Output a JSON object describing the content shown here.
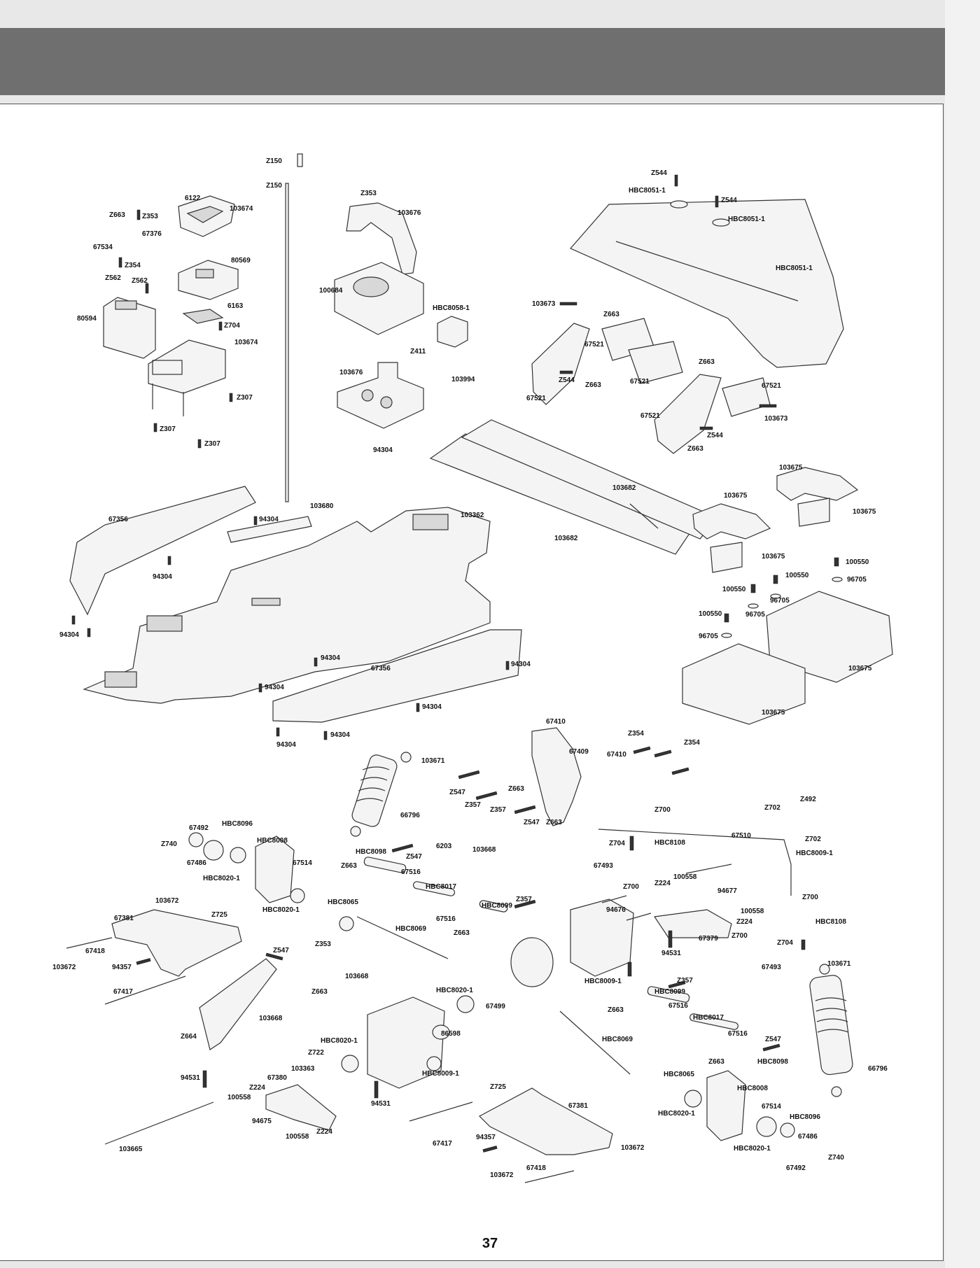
{
  "page_number": "37",
  "labels": {
    "z150_a": "Z150",
    "z150_b": "Z150",
    "z353_a": "Z353",
    "z353_b": "Z353",
    "n6122": "6122",
    "n103674_a": "103674",
    "z663_a": "Z663",
    "n67376": "67376",
    "n67534": "67534",
    "z354_a": "Z354",
    "z562_a": "Z562",
    "z562_b": "Z562",
    "n80569": "80569",
    "n6163": "6163",
    "n80594": "80594",
    "z704_a": "Z704",
    "n103674_b": "103674",
    "z307_a": "Z307",
    "z307_b": "Z307",
    "z307_c": "Z307",
    "n103676_a": "103676",
    "n100684": "100684",
    "hbc8058_1": "HBC8058-1",
    "z411": "Z411",
    "n103676_b": "103676",
    "n103994": "103994",
    "n94304_a": "94304",
    "z544_a": "Z544",
    "hbc8051_1_a": "HBC8051-1",
    "z544_b": "Z544",
    "hbc8051_1_b": "HBC8051-1",
    "hbc8051_1_c": "HBC8051-1",
    "n103673_a": "103673",
    "z663_b": "Z663",
    "n67521_a": "67521",
    "z544_c": "Z544",
    "z663_c": "Z663",
    "n67521_b": "67521",
    "n67521_c": "67521",
    "z663_d": "Z663",
    "n67521_d": "67521",
    "n103673_b": "103673",
    "n67521_e": "67521",
    "z544_d": "Z544",
    "z663_e": "Z663",
    "n103682_a": "103682",
    "n103682_b": "103682",
    "n103675_a": "103675",
    "n103675_b": "103675",
    "n103675_c": "103675",
    "n103675_d": "103675",
    "n103675_e": "103675",
    "n103675_f": "103675",
    "n100550_a": "100550",
    "n100550_b": "100550",
    "n100550_c": "100550",
    "n100550_d": "100550",
    "n96705_a": "96705",
    "n96705_b": "96705",
    "n96705_c": "96705",
    "n96705_d": "96705",
    "n67356_a": "67356",
    "n94304_b": "94304",
    "n103680": "103680",
    "n103362": "103362",
    "n94304_c": "94304",
    "n94304_d": "94304",
    "n94304_e": "94304",
    "n67356_b": "67356",
    "n94304_f": "94304",
    "n94304_g": "94304",
    "n94304_h": "94304",
    "n94304_i": "94304",
    "n94304_j": "94304",
    "n67410_a": "67410",
    "n67409": "67409",
    "z354_b": "Z354",
    "n67410_b": "67410",
    "z354_c": "Z354",
    "n103671_a": "103671",
    "z547_a": "Z547",
    "z663_f": "Z663",
    "z357_a": "Z357",
    "z357_b": "Z357",
    "z547_b": "Z547",
    "z663_g": "Z663",
    "n66796_a": "66796",
    "n6203": "6203",
    "n103668_a": "103668",
    "z700_a": "Z700",
    "z702_a": "Z702",
    "z492": "Z492",
    "z702_b": "Z702",
    "n67510": "67510",
    "hbc8009_1_a": "HBC8009-1",
    "z704_b": "Z704",
    "hbc8108_a": "HBC8108",
    "n67493_a": "67493",
    "n67492_a": "67492",
    "hbc8096_a": "HBC8096",
    "z740_a": "Z740",
    "hbc8008_a": "HBC8008",
    "n67486_a": "67486",
    "hbc8020_1_a": "HBC8020-1",
    "n67514_a": "67514",
    "hbc8098_a": "HBC8098",
    "z547_c": "Z547",
    "z663_h": "Z663",
    "n67516_a": "67516",
    "hbc8017_a": "HBC8017",
    "hbc8065_a": "HBC8065",
    "hbc8020_1_b": "HBC8020-1",
    "hbc8099_a": "HBC8099",
    "z357_c": "Z357",
    "n67516_b": "67516",
    "hbc8069_a": "HBC8069",
    "z663_i": "Z663",
    "z700_b": "Z700",
    "z224_a": "Z224",
    "n100558_a": "100558",
    "n94677": "94677",
    "n94676": "94676",
    "n100558_b": "100558",
    "z224_b": "Z224",
    "n67379": "67379",
    "z700_c": "Z700",
    "z700_d": "Z700",
    "hbc8108_b": "HBC8108",
    "z704_c": "Z704",
    "n67493_b": "67493",
    "n103671_b": "103671",
    "n94531_a": "94531",
    "n103672_a": "103672",
    "n67381_a": "67381",
    "z725_a": "Z725",
    "n67418_a": "67418",
    "n103672_b": "103672",
    "n94357_a": "94357",
    "n67417_a": "67417",
    "z547_d": "Z547",
    "z353_c": "Z353",
    "z663_j": "Z663",
    "n103668_b": "103668",
    "n103668_c": "103668",
    "z664": "Z664",
    "n94531_b": "94531",
    "hbc8020_1_c": "HBC8020-1",
    "n67499": "67499",
    "n86598": "86598",
    "hbc8009_1_b": "HBC8009-1",
    "z357_d": "Z357",
    "hbc8099_b": "HBC8099",
    "z663_k": "Z663",
    "n67516_c": "67516",
    "hbc8017_b": "HBC8017",
    "hbc8020_1_d": "HBC8020-1",
    "z722": "Z722",
    "n103363": "103363",
    "hbc8009_1_c": "HBC8009-1",
    "z224_c": "Z224",
    "n67380": "67380",
    "n100558_c": "100558",
    "n94675": "94675",
    "n100558_d": "100558",
    "z224_d": "Z224",
    "n94531_c": "94531",
    "n103665": "103665",
    "hbc8069_b": "HBC8069",
    "n67516_d": "67516",
    "z547_e": "Z547",
    "z663_l": "Z663",
    "hbc8098_b": "HBC8098",
    "n66796_b": "66796",
    "hbc8065_b": "HBC8065",
    "hbc8008_b": "HBC8008",
    "z725_b": "Z725",
    "n67381_b": "67381",
    "hbc8020_1_e": "HBC8020-1",
    "n67514_b": "67514",
    "hbc8096_b": "HBC8096",
    "n67417_b": "67417",
    "n94357_b": "94357",
    "n103672_c": "103672",
    "n67486_b": "67486",
    "hbc8020_1_f": "HBC8020-1",
    "z740_b": "Z740",
    "n67492_b": "67492",
    "n67418_b": "67418",
    "n103672_d": "103672"
  }
}
